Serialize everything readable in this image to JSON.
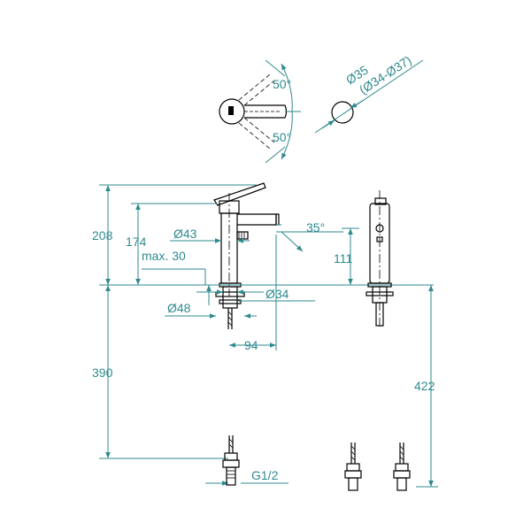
{
  "diagram": {
    "colors": {
      "dimension": "#2f8a8e",
      "outline": "#000000",
      "background": "#ffffff"
    },
    "top_views": {
      "rotation_upper": "50°",
      "rotation_lower": "50°",
      "diameter_main": "Ø35",
      "diameter_range": "(Ø34-Ø37)"
    },
    "front_view": {
      "height_total": "208",
      "height_spout": "174",
      "body_diameter": "Ø43",
      "spout_angle": "35°",
      "spout_height": "111",
      "deck_thickness": "max. 30",
      "shank_diameter": "Ø34",
      "base_diameter": "Ø48",
      "spout_reach": "94",
      "hose_length_left": "390",
      "connection_thread": "G1/2"
    },
    "side_view": {
      "hose_length_right": "422"
    }
  }
}
